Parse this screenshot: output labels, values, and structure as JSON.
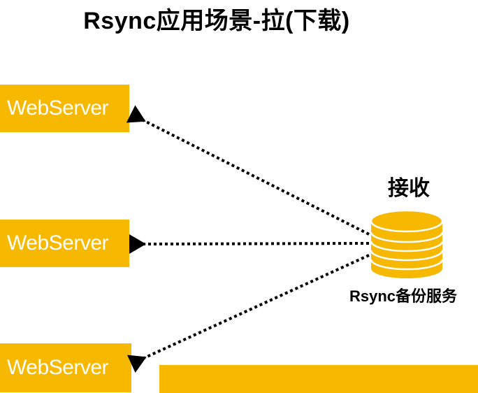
{
  "title": "Rsync应用场景-拉(下载)",
  "servers": [
    {
      "label": "WebServer"
    },
    {
      "label": "WebServer"
    },
    {
      "label": "WebServer"
    }
  ],
  "receive_label": "接收",
  "service_label": "Rsync备份服务",
  "colors": {
    "accent": "#F6B800",
    "arrow": "#000000"
  },
  "icons": {
    "service": "database-icon"
  }
}
